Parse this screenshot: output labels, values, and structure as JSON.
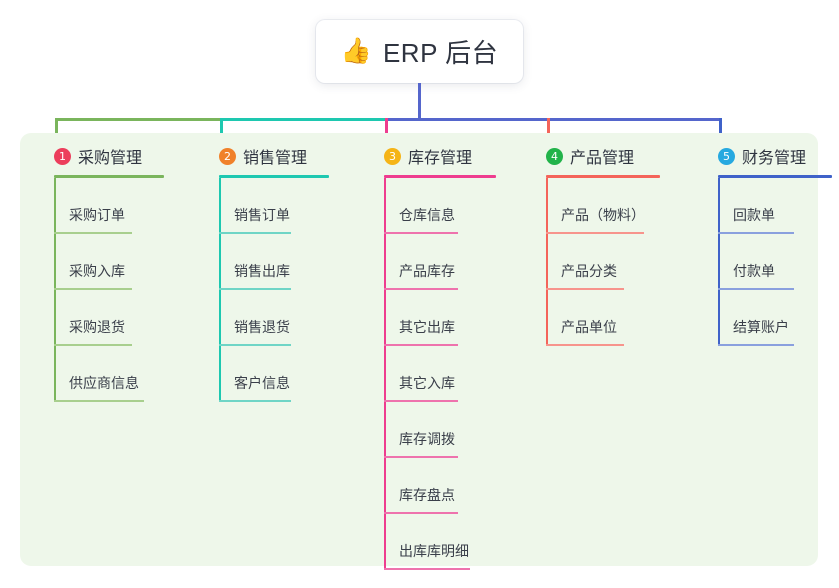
{
  "root": {
    "icon": "thumbs-up-icon",
    "icon_glyph": "👍",
    "label": "ERP 后台"
  },
  "canvas": {
    "background": "#ffffff",
    "panel_background": "#eef7ea"
  },
  "branches": [
    {
      "number": "1",
      "title": "采购管理",
      "badge_color": "#ec3e5c",
      "line_color": "#7ab55c",
      "leaf_line_color": "#a8cf8e",
      "items": [
        "采购订单",
        "采购入库",
        "采购退货",
        "供应商信息"
      ]
    },
    {
      "number": "2",
      "title": "销售管理",
      "badge_color": "#f0812a",
      "line_color": "#1ec8b0",
      "leaf_line_color": "#6fd5c6",
      "items": [
        "销售订单",
        "销售出库",
        "销售退货",
        "客户信息"
      ]
    },
    {
      "number": "3",
      "title": "库存管理",
      "badge_color": "#f5b417",
      "line_color": "#ee3d8f",
      "leaf_line_color": "#ee73ad",
      "items": [
        "仓库信息",
        "产品库存",
        "其它出库",
        "其它入库",
        "库存调拨",
        "库存盘点",
        "出库库明细"
      ]
    },
    {
      "number": "4",
      "title": "产品管理",
      "badge_color": "#22b34a",
      "line_color": "#f4645a",
      "leaf_line_color": "#f7948c",
      "items": [
        "产品（物料）",
        "产品分类",
        "产品单位"
      ]
    },
    {
      "number": "5",
      "title": "财务管理",
      "badge_color": "#26a9e0",
      "line_color": "#3f62c9",
      "leaf_line_color": "#8aa0de",
      "items": [
        "回款单",
        "付款单",
        "结算账户"
      ]
    }
  ],
  "connectors": {
    "root_stem_color": "#5566cc",
    "bus_segments": [
      {
        "color": "#7ab55c"
      },
      {
        "color": "#1ec8b0"
      },
      {
        "color": "#5566cc"
      }
    ]
  }
}
